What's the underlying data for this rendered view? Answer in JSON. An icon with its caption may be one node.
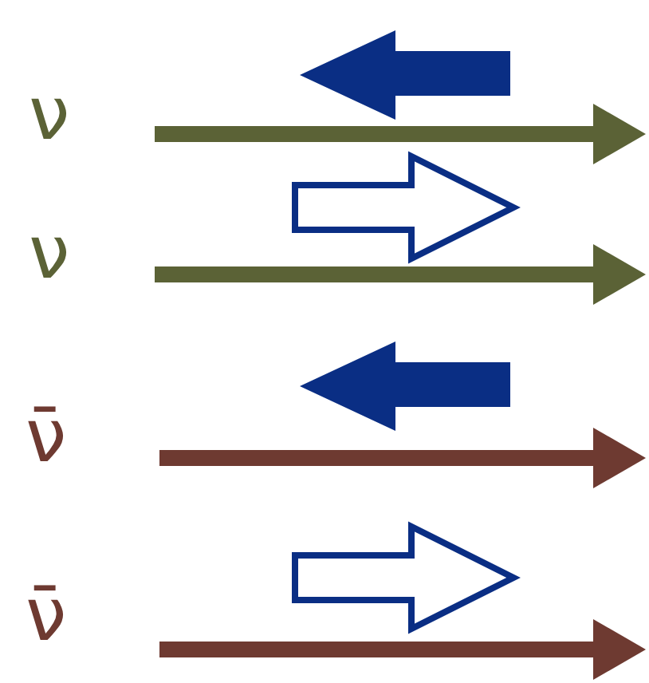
{
  "diagram": {
    "labels": [
      "ν",
      "ν",
      "ν̄",
      "ν̄"
    ]
  }
}
